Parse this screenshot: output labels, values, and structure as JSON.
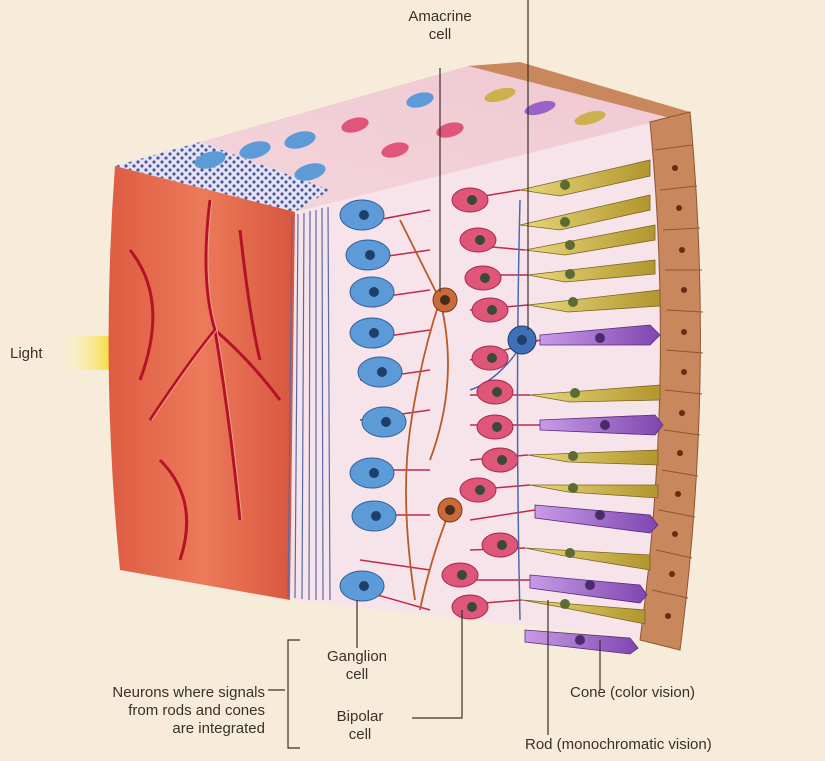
{
  "labels": {
    "amacrine_line1": "Amacrine",
    "amacrine_line2": "cell",
    "light": "Light",
    "ganglion_line1": "Ganglion",
    "ganglion_line2": "cell",
    "bipolar_line1": "Bipolar",
    "bipolar_line2": "cell",
    "neurons_line1": "Neurons where signals",
    "neurons_line2": "from rods and cones",
    "neurons_line3": "are integrated",
    "cone": "Cone (color vision)",
    "rod": "Rod (monochromatic vision)"
  },
  "colors": {
    "background": "#f6ecd9",
    "tissue": "#e26a4e",
    "vessel": "#b5122a",
    "ganglion_cell": "#5d9ad8",
    "bipolar_cell": "#e0557a",
    "amacrine_cell": "#c86a3a",
    "cone_cell": "#cdb14e",
    "rod_cell": "#9b63c7",
    "pigment_epithelium": "#c9875d",
    "light_arrow": "#f5d40f"
  }
}
